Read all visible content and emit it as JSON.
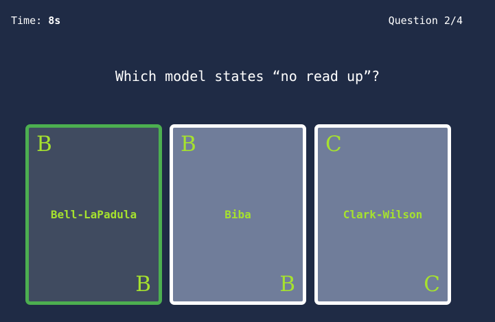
{
  "hud": {
    "timer_label": "Time: ",
    "timer_value": "8s",
    "question_counter": "Question 2/4"
  },
  "prompt": {
    "text": "Which model states “no read up”?"
  },
  "colors": {
    "background": "#1f2b45",
    "selected_border": "#4caf50",
    "selected_fill": "#404b60",
    "card_border": "#ffffff",
    "card_fill": "#707d9a",
    "accent_text": "#a6e22e",
    "hud_text": "#ffffff"
  },
  "cards": [
    {
      "label": "Bell-LaPadula",
      "corner_letter": "B",
      "state": "selected"
    },
    {
      "label": "Biba",
      "corner_letter": "B",
      "state": "normal"
    },
    {
      "label": "Clark-Wilson",
      "corner_letter": "C",
      "state": "normal"
    }
  ]
}
